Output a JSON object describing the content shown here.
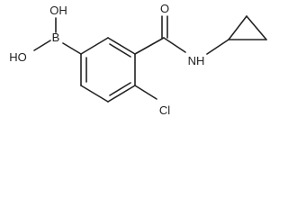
{
  "molecule": {
    "atoms": {
      "oh_top": "OH",
      "oh_left": "HO",
      "boron": "B",
      "oxygen": "O",
      "nh": "NH",
      "chlorine": "Cl"
    },
    "colors": {
      "bond": "#222222",
      "label": "#222222",
      "background": "#ffffff"
    }
  }
}
